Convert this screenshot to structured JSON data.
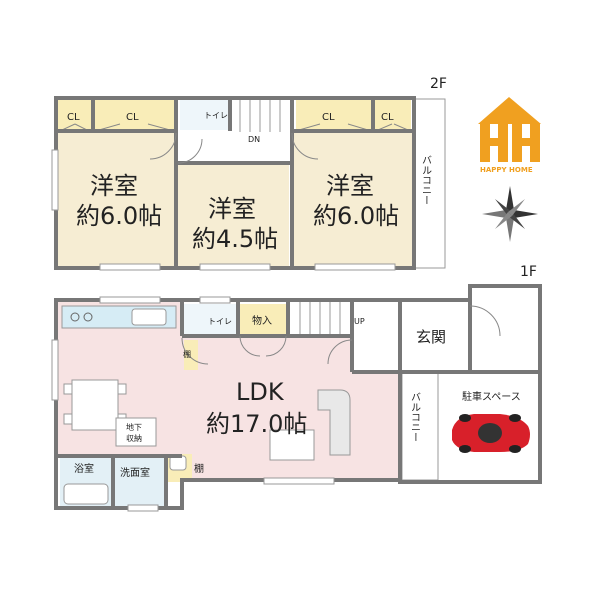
{
  "colors": {
    "wall": "#777777",
    "room_beige": "#f6edd3",
    "closet_yellow": "#f9edb8",
    "ldk_pink": "#f7e3e3",
    "bath_blue": "#e3f0f6",
    "logo_orange": "#f0a020",
    "car_red": "#d8202a"
  },
  "floor2": {
    "label": "2F",
    "closets": [
      "CL",
      "CL",
      "CL",
      "CL"
    ],
    "toilet": "トイレ",
    "stair": "DN",
    "balcony": "バルコニー",
    "room_left": {
      "name": "洋室",
      "size": "約6.0帖"
    },
    "room_mid": {
      "name": "洋室",
      "size": "約4.5帖"
    },
    "room_right": {
      "name": "洋室",
      "size": "約6.0帖"
    }
  },
  "floor1": {
    "label": "1F",
    "toilet": "トイレ",
    "storage": "物入",
    "stair": "UP",
    "entrance": "玄関",
    "balcony": "バルコニー",
    "parking": "駐車スペース",
    "shelf_small": "棚",
    "shelf": "棚",
    "underfloor": [
      "地下",
      "収納"
    ],
    "bath": "浴室",
    "washroom": "洗面室",
    "ldk": {
      "name": "LDK",
      "size": "約17.0帖"
    }
  },
  "logo": {
    "text": "HAPPY HOME",
    "icon": "hh-house-logo-icon"
  },
  "compass": {
    "icon": "compass-rose-icon"
  }
}
